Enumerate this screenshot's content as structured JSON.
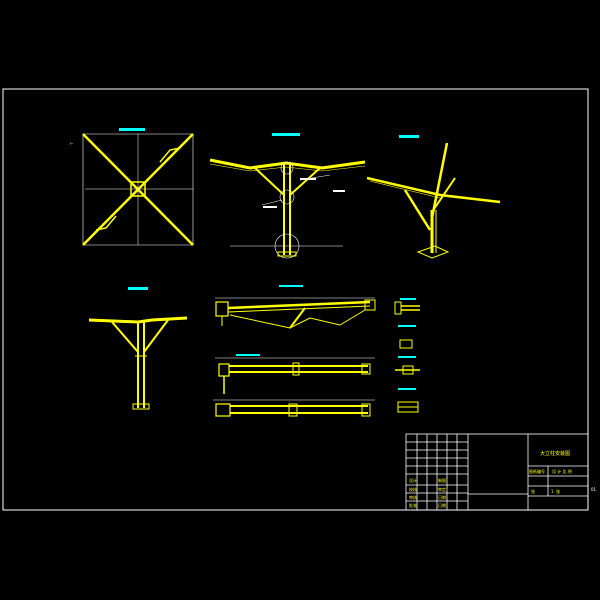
{
  "drawing": {
    "background": "#000000",
    "frame_color": "#ffffff",
    "structure_color": "#ffff00",
    "accent_color": "#00ffff",
    "dimension_color": "#ffffff"
  },
  "title_block": {
    "project_title": "大立柱安装图",
    "row_drawing_no": "图纸编号",
    "row_design_cols": "设  计  比  例",
    "row_scale": "1:",
    "row_sheet": "张",
    "row_sheet_no": "1",
    "row_sheet_total": "张",
    "roles": [
      "设计",
      "校核",
      "审核",
      "批准"
    ],
    "roles_right": [
      "制图",
      "审定",
      "日期",
      "日期"
    ]
  },
  "marks": {
    "edge_mark": "01"
  }
}
